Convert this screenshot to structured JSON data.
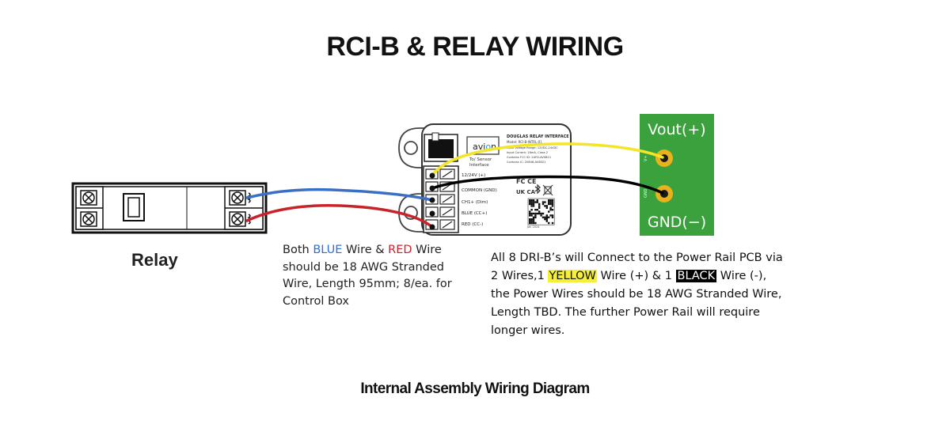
{
  "title": "RCI-B & RELAY WIRING",
  "subtitle": "Internal Assembly Wiring Diagram",
  "relay": {
    "label": "Relay"
  },
  "interface": {
    "brand": "avi",
    "brand_o": "o",
    "brand_end": "n",
    "header": "DOUGLAS RELAY INTERFACE",
    "model": "Model: RCI-B-INTRL-01",
    "spec_lines": [
      "Input Voltage Range: 12VDC-24VDC",
      "Input Current: 18mA, Class 2",
      "Contains FCC ID: 2AFD-AVSB21",
      "Contains IC: 20846-AVSB21"
    ],
    "sensor_line1": "To/ Sensor",
    "sensor_line2": "Interface",
    "terminals": [
      "12/24V (+)",
      "COMMON (GND)",
      "CH1+ (Dim)",
      "BLUE (CC+)",
      "RED (CC-)"
    ],
    "date": "Jan 2024",
    "marks": "FC CE",
    "marks2": "UK CA"
  },
  "power_rail": {
    "vout_label": "Vout(+)",
    "gnd_label": "GND(−)"
  },
  "notes": {
    "relay_wires": {
      "p1": "Both ",
      "blue": "BLUE",
      "p2": " Wire & ",
      "red": "RED",
      "p3": " Wire should be 18 AWG Stranded Wire, Length 95mm; 8/ea. for Control Box"
    },
    "power_wires": {
      "p1": "All 8 DRI-B’s will Connect to the Power Rail PCB via 2 Wires,1 ",
      "yellow": "YELLOW",
      "p2": " Wire (+) & 1 ",
      "black": "BLACK",
      "p3": " Wire (-), the Power Wires should be 18 AWG Stranded Wire, Length TBD. The further Power Rail will require longer wires."
    }
  },
  "colors": {
    "blue_wire": "#3b6fc4",
    "red_wire": "#c8232b",
    "yellow_wire": "#f2e52a",
    "black_wire": "#000000",
    "rail_green": "#3aa13d",
    "pad_gold": "#e8b21c"
  }
}
